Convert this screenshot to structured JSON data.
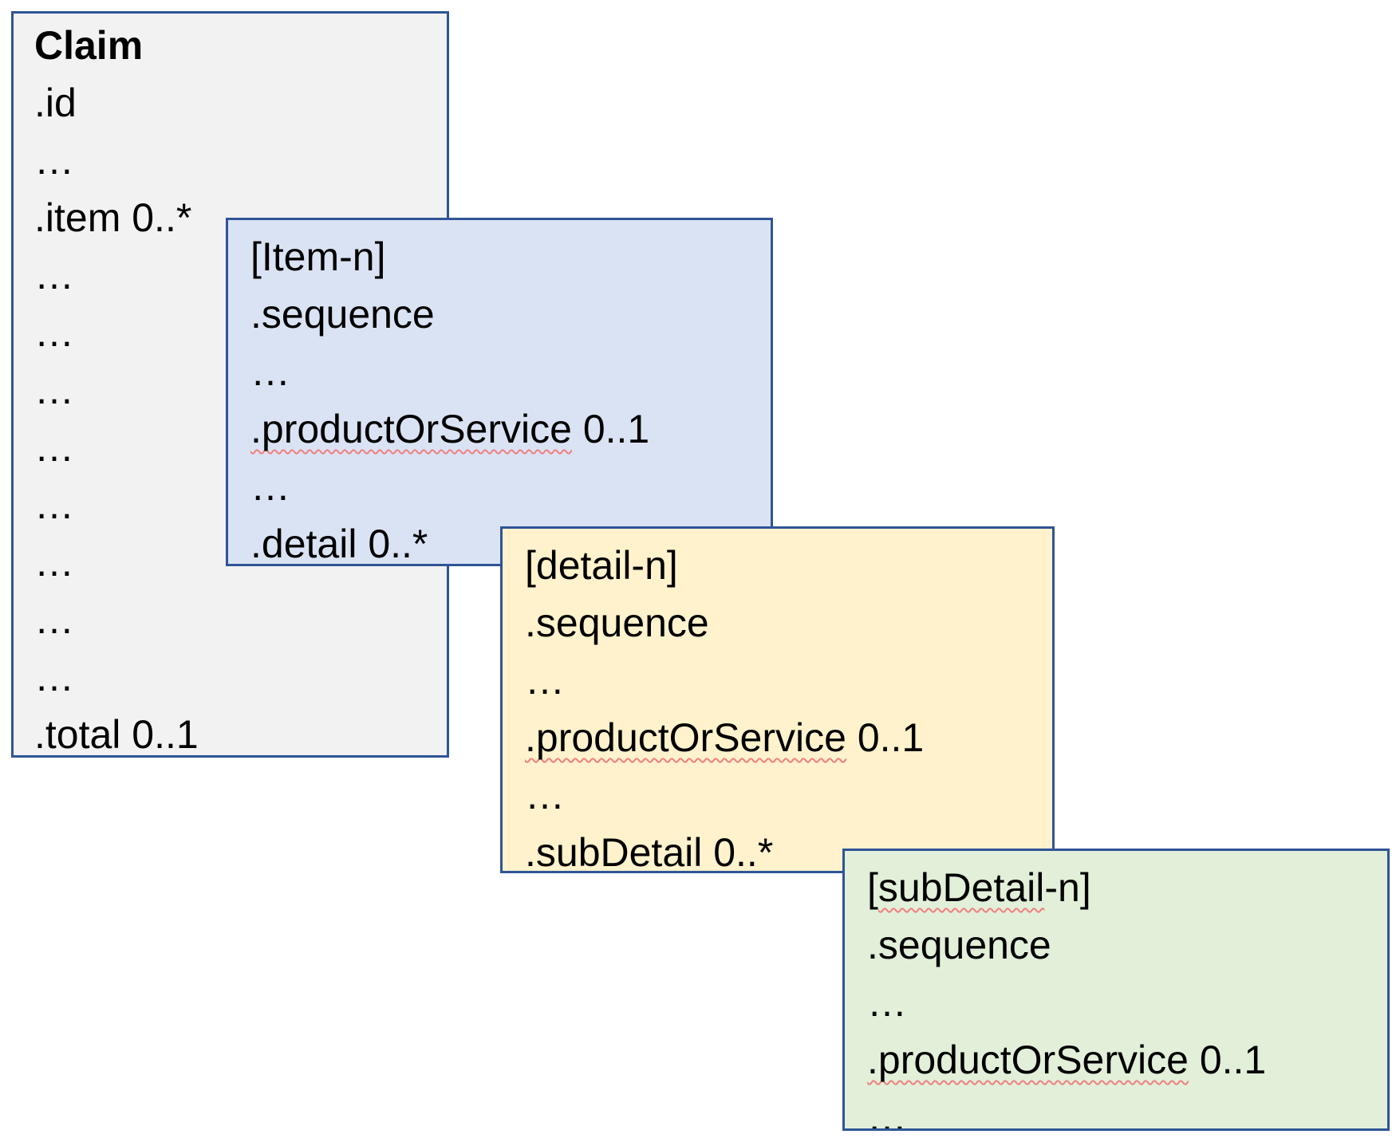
{
  "colors": {
    "border": "#2f5496",
    "claim_fill": "#f2f2f2",
    "item_fill": "#dae3f3",
    "detail_fill": "#fff2cc",
    "subdetail_fill": "#e2efd9",
    "squiggle": "#f07f7f",
    "text": "#000000",
    "background": "#ffffff"
  },
  "boxes": {
    "claim": {
      "lines": [
        "Claim",
        ".id",
        "…",
        ".item 0..*",
        "…",
        "…",
        "…",
        "…",
        "…",
        "…",
        "…",
        "…",
        ".total 0..1"
      ]
    },
    "item": {
      "lines": [
        {
          "r": "[Item-n]"
        },
        {
          "r": ".sequence"
        },
        {
          "r": "…"
        },
        {
          "m": ".productOrService",
          "r": " 0..1"
        },
        {
          "r": "…"
        },
        {
          "r": ".detail 0..*"
        }
      ]
    },
    "detail": {
      "lines": [
        {
          "r": "[detail-n]"
        },
        {
          "r": ".sequence"
        },
        {
          "r": "…"
        },
        {
          "m": ".productOrService",
          "r": " 0..1"
        },
        {
          "r": "…"
        },
        {
          "m": ".subDetail",
          "r": " 0..*"
        }
      ]
    },
    "subdetail": {
      "lines": [
        {
          "p": "[",
          "m": "subDetail",
          "r": "-n]"
        },
        {
          "r": ".sequence"
        },
        {
          "r": "…"
        },
        {
          "m": ".productOrService",
          "r": " 0..1"
        },
        {
          "r": "…"
        }
      ]
    }
  }
}
